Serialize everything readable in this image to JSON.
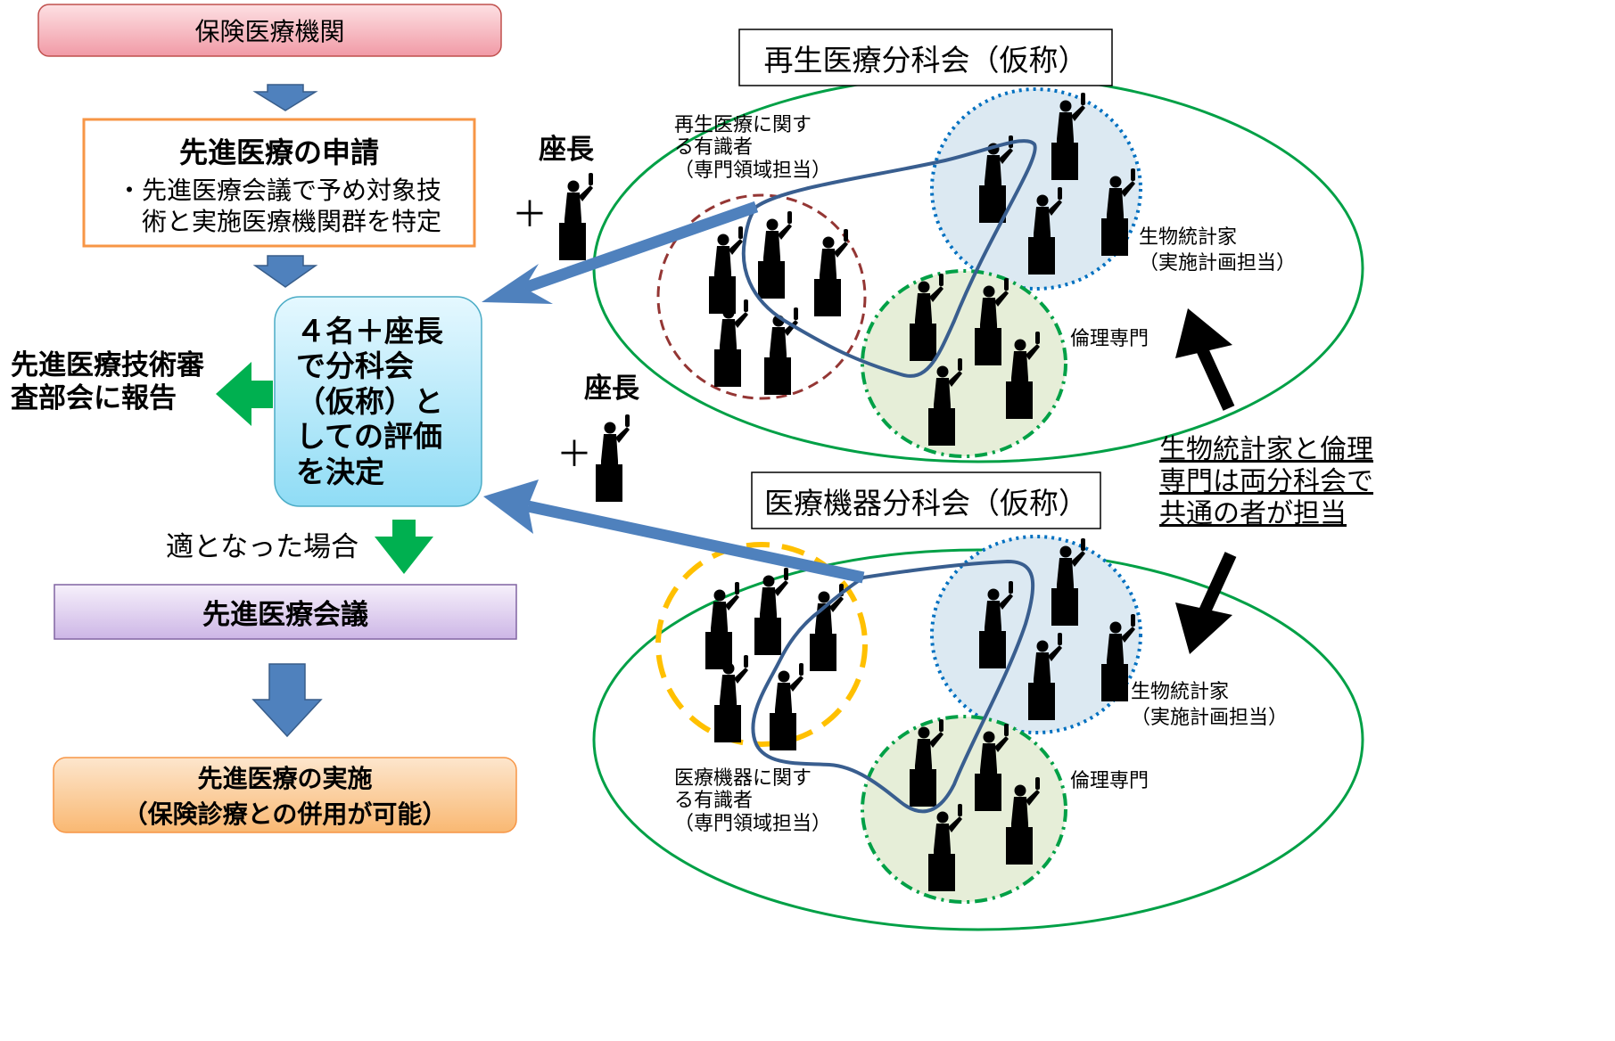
{
  "flow": {
    "institution": "保険医療機関",
    "application_title": "先進医療の申請",
    "application_note": "・先進医療会議で予め対象技\n　術と実施医療機関群を特定",
    "evaluation": "４名＋座長\nで分科会\n（仮称）と\nしての評価\nを決定",
    "report": "先進医療技術審\n査部会に報告",
    "approved_case": "適となった場合",
    "council": "先進医療会議",
    "implementation_line1": "先進医療の実施",
    "implementation_line2": "（保険診療との併用が可能）"
  },
  "upper_group": {
    "title": "再生医療分科会（仮称）",
    "chair": "座長",
    "plus": "＋",
    "experts": "再生医療に関す\nる有識者\n（専門領域担当）",
    "biostat": "生物統計家\n（実施計画担当）",
    "ethics": "倫理専門"
  },
  "lower_group": {
    "title": "医療機器分科会（仮称）",
    "chair": "座長",
    "plus": "＋",
    "experts": "医療機器に関す\nる有識者\n（専門領域担当）",
    "biostat": "生物統計家\n（実施計画担当）",
    "ethics": "倫理専門"
  },
  "shared_note": "生物統計家と倫理\n専門は両分科会で\n共通の者が担当",
  "colors": {
    "flow_arrow": "#4f81bd",
    "report_arrow": "#00b050",
    "group_ellipse": "#00a046",
    "experts_upper": "#943634",
    "experts_lower": "#ffc000",
    "biostat_circle": "#0070c0",
    "ethics_circle": "#00a046",
    "selection_line": "#395e8f"
  },
  "icons": [
    "person-silhouette-icon"
  ]
}
